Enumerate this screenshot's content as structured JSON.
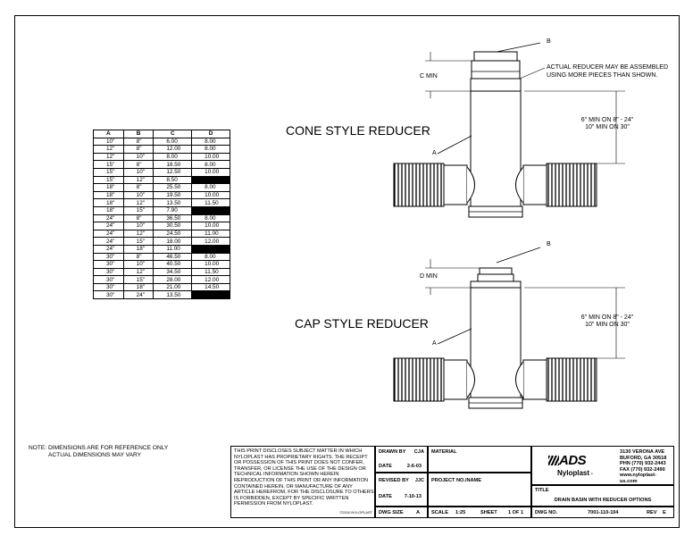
{
  "table": {
    "headers": [
      "A",
      "B",
      "C",
      "D"
    ],
    "rows": [
      [
        "10\"",
        "8\"",
        "6.00",
        "8.00"
      ],
      [
        "12\"",
        "8\"",
        "12.00",
        "8.00"
      ],
      [
        "12\"",
        "10\"",
        "8.00",
        "10.00"
      ],
      [
        "15\"",
        "8\"",
        "18.50",
        "8.00"
      ],
      [
        "15\"",
        "10\"",
        "12.50",
        "10.00"
      ],
      [
        "15\"",
        "12\"",
        "8.50",
        ""
      ],
      [
        "18\"",
        "8\"",
        "25.50",
        "8.00"
      ],
      [
        "18\"",
        "10\"",
        "19.50",
        "10.00"
      ],
      [
        "18\"",
        "12\"",
        "13.50",
        "11.50"
      ],
      [
        "18\"",
        "15\"",
        "7.90",
        ""
      ],
      [
        "24\"",
        "8\"",
        "36.50",
        "8.00"
      ],
      [
        "24\"",
        "10\"",
        "30.50",
        "10.00"
      ],
      [
        "24\"",
        "12\"",
        "24.50",
        "11.00"
      ],
      [
        "24\"",
        "15\"",
        "18.00",
        "12.00"
      ],
      [
        "24\"",
        "18\"",
        "11.00",
        ""
      ],
      [
        "30\"",
        "8\"",
        "46.50",
        "8.00"
      ],
      [
        "30\"",
        "10\"",
        "40.50",
        "10.00"
      ],
      [
        "30\"",
        "12\"",
        "34.50",
        "11.50"
      ],
      [
        "30\"",
        "15\"",
        "28.00",
        "12.00"
      ],
      [
        "30\"",
        "18\"",
        "21.00",
        "14.50"
      ],
      [
        "30\"",
        "24\"",
        "13.50",
        ""
      ]
    ]
  },
  "cone": {
    "title": "CONE STYLE REDUCER",
    "label_b": "B",
    "label_a": "A",
    "label_min": "C MIN",
    "note_line1": "ACTUAL REDUCER MAY BE ASSEMBLED",
    "note_line2": "USING MORE PIECES THAN SHOWN.",
    "dim_line1": "6\" MIN ON 8\" - 24\"",
    "dim_line2": "10\" MIN ON 30\""
  },
  "cap": {
    "title": "CAP STYLE REDUCER",
    "label_b": "B",
    "label_a": "A",
    "label_min": "D MIN",
    "dim_line1": "6\" MIN ON 8\" - 24\"",
    "dim_line2": "10\" MIN ON 30\""
  },
  "note": {
    "line1": "NOTE:  DIMENSIONS ARE FOR REFERENCE ONLY",
    "line2": "ACTUAL DIMENSIONS MAY VARY"
  },
  "titleblock": {
    "disclaimer": [
      "THIS PRINT DISCLOSES SUBJECT MATTER IN WHICH",
      "NYLOPLAST HAS PROPRIETARY RIGHTS. THE RECEIPT",
      "OR POSSESSION OF THIS PRINT DOES NOT CONFER,",
      "TRANSFER, OR LICENSE THE USE OF THE DESIGN OR",
      "TECHNICAL INFORMATION SHOWN HEREIN",
      "REPRODUCTION OF THIS PRINT OR ANY INFORMATION",
      "CONTAINED HEREIN, OR MANUFACTURE OF ANY",
      "ARTICLE HEREFROM, FOR THE DISCLOSURE TO OTHERS",
      "IS FORBIDDEN, EXCEPT BY SPECIFIC WRITTEN",
      "PERMISSION FROM NYLOPLAST."
    ],
    "copyright": "©2010 NYLOPLAST",
    "drawn_by_label": "DRAWN BY",
    "drawn_by": "CJA",
    "date1_label": "DATE",
    "date1": "2-6-03",
    "revised_by_label": "REVISED BY",
    "revised_by": "JJC",
    "date2_label": "DATE",
    "date2": "7-10-13",
    "material_label": "MATERIAL",
    "project_label": "PROJECT NO./NAME",
    "dwg_size_label": "DWG SIZE",
    "dwg_size": "A",
    "scale_label": "SCALE",
    "scale": "1:25",
    "sheet_label": "SHEET",
    "sheet": "1 OF 1",
    "dwg_no_label": "DWG NO.",
    "dwg_no": "7001-110-104",
    "rev_label": "REV",
    "rev": "E",
    "title_label": "TITLE",
    "title": "DRAIN BASIN WITH REDUCER OPTIONS",
    "logo_ads": "ADS",
    "logo_nyloplast": "Nyloplast",
    "address": [
      "3130 VERONA AVE",
      "BUFORD, GA 30518",
      "PHN (770) 932-2443",
      "FAX (770) 932-2490",
      "www.nyloplast-us.com"
    ]
  }
}
